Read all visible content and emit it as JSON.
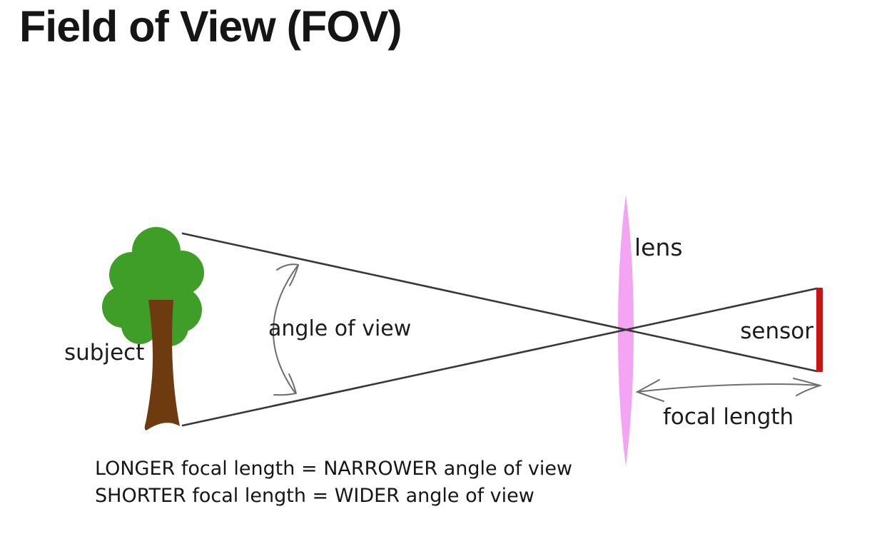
{
  "page": {
    "title": "Field of View (FOV)",
    "background_color": "#ffffff"
  },
  "diagram": {
    "labels": {
      "subject": "subject",
      "angle_of_view": "angle of view",
      "lens": "lens",
      "sensor": "sensor",
      "focal_length": "focal length"
    },
    "colors": {
      "tree_canopy": "#3f9e28",
      "tree_trunk": "#6e3b11",
      "lens_fill": "#f4a4f3",
      "sensor": "#c51515",
      "ray": "#383838",
      "annotation": "#6f6f6f",
      "text": "#1c1c1c"
    }
  },
  "notes": {
    "line1": "LONGER focal length = NARROWER angle of view",
    "line2": "SHORTER focal length = WIDER angle of view"
  }
}
